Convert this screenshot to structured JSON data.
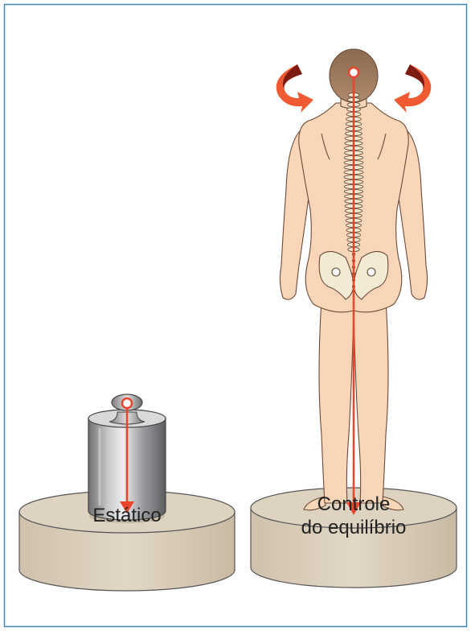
{
  "labels": {
    "static": "Estático",
    "balance_line1": "Controle",
    "balance_line2": "do equilíbrio"
  },
  "colors": {
    "frame": "#3f88b5",
    "pedestal": "#d9cdbb",
    "skin": "#f8d6b7",
    "hair": "#a07c5f",
    "bone": "#f2ead3",
    "gravity_line": "#e8452a",
    "rotation_arrow_dark": "#7e1c12",
    "rotation_arrow_light": "#ef5a32",
    "weight_metal": "#a9abad"
  },
  "icons": [
    "static-weight-icon",
    "human-spine-figure",
    "rotation-arrow-icon",
    "gravity-line-arrow"
  ]
}
